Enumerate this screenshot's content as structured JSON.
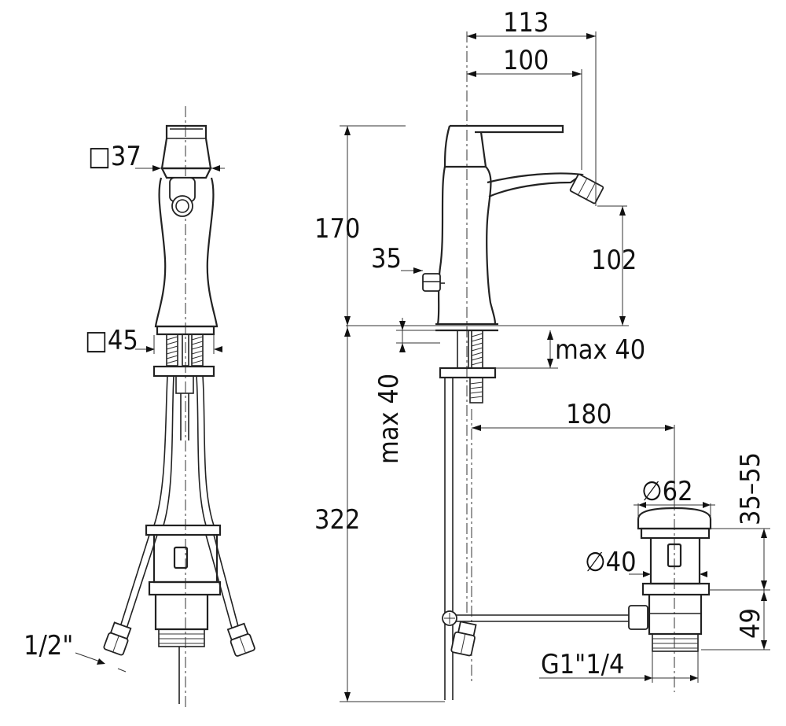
{
  "front_view": {
    "square_top": "□37",
    "square_base": "□45",
    "hose_thread": "1/2\""
  },
  "side_view": {
    "reach_total": "113",
    "reach_spout": "100",
    "height_body": "170",
    "lever_offset": "35",
    "spout_height": "102",
    "deck_max": "max 40",
    "deck_max_vertical": "max 40",
    "hose_length": "322"
  },
  "waste_view": {
    "rod_length": "180",
    "flange_dia": "∅62",
    "body_dia": "∅40",
    "range": "35–55",
    "body_height": "49",
    "thread": "G1\"1/4"
  }
}
